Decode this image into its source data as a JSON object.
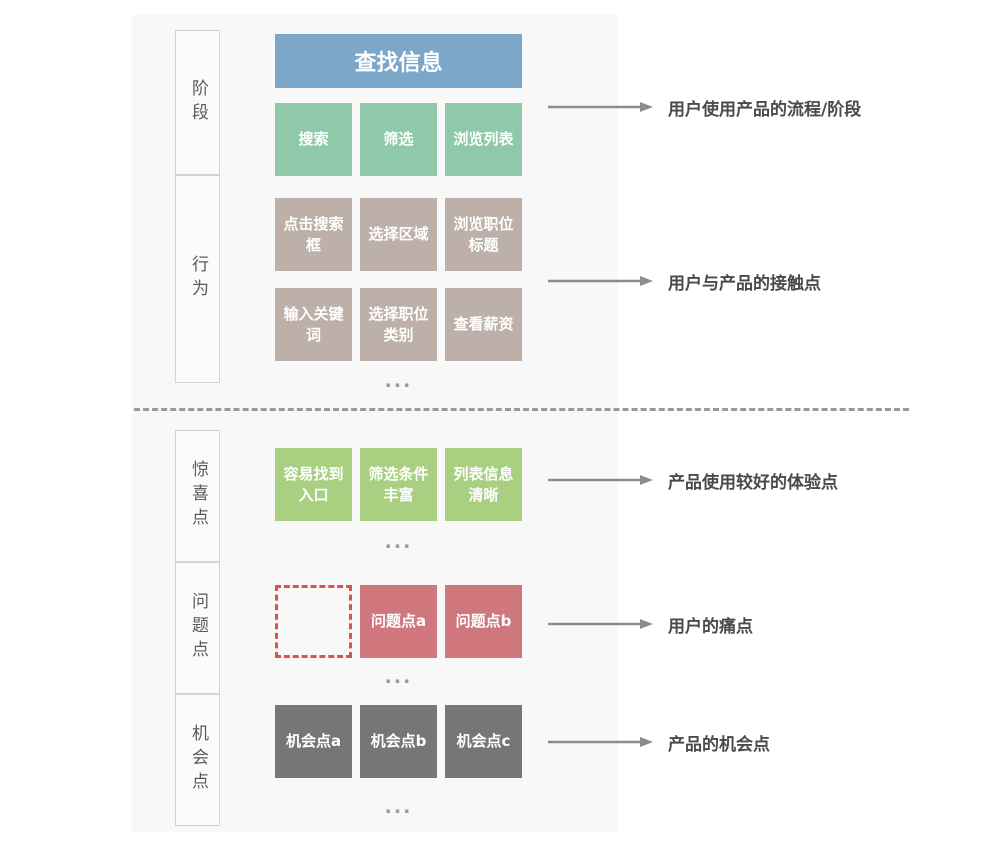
{
  "panel": {
    "banner": {
      "label": "查找信息",
      "color": "#7da7c8"
    }
  },
  "sections": {
    "upper": {
      "rows": [
        {
          "label": "阶段",
          "cards": [
            "搜索",
            "筛选",
            "浏览列表"
          ],
          "color": "#8fc9a9"
        },
        {
          "label": "行为",
          "cards_row1": [
            "点击搜索框",
            "选择区域",
            "浏览职位标题"
          ],
          "cards_row2": [
            "输入关键词",
            "选择职位类别",
            "查看薪资"
          ],
          "color": "#bcb0a8",
          "ellipsis": "..."
        }
      ]
    },
    "lower": {
      "rows": [
        {
          "label": "惊喜点",
          "cards": [
            "容易找到入口",
            "筛选条件丰富",
            "列表信息清晰"
          ],
          "color": "#a8d080",
          "ellipsis": "..."
        },
        {
          "label": "问题点",
          "cards": [
            "",
            "问题点a",
            "问题点b"
          ],
          "color": "#d0777e",
          "empty_card_border_color": "#d9534f",
          "ellipsis": "..."
        },
        {
          "label": "机会点",
          "cards": [
            "机会点a",
            "机会点b",
            "机会点c"
          ],
          "color": "#767676",
          "ellipsis": "..."
        }
      ]
    }
  },
  "annotations": [
    {
      "text": "用户使用产品的流程/阶段",
      "icon": "arrow-right-icon"
    },
    {
      "text": "用户与产品的接触点",
      "icon": "arrow-right-icon"
    },
    {
      "text": "产品使用较好的体验点",
      "icon": "arrow-right-icon"
    },
    {
      "text": "用户的痛点",
      "icon": "arrow-right-icon"
    },
    {
      "text": "产品的机会点",
      "icon": "arrow-right-icon"
    }
  ],
  "divider": {
    "style": "dashed",
    "color": "#9a9a9a"
  }
}
